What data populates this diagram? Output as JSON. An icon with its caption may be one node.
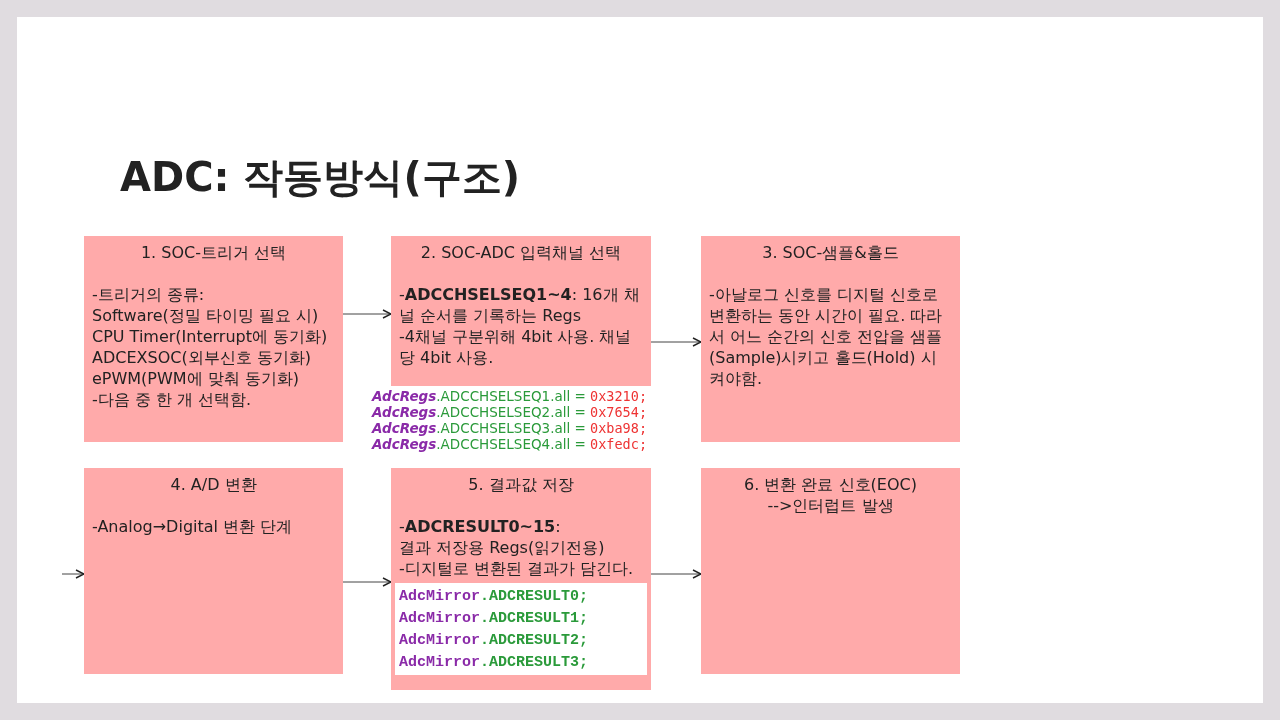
{
  "diagram": {
    "title": "ADC: 작동방식(구조)",
    "nodes": [
      {
        "text": [
          "1. SOC-트리거 선택",
          "-트리거의 종류:",
          "Software(정밀 타이밍 필요 시)",
          "CPU Timer(Interrupt에 동기화)",
          "ADCEXSOC(외부신호 동기화)",
          "ePWM(PWM에 맞춰 동기화)",
          "-다음 중 한 개 선택함."
        ]
      },
      {
        "text": [
          "2. SOC-ADC 입력채널 선택",
          "-**ADCCHSELSEQ1~4**: 16개 채널 순서를 기록하는 Regs",
          "-4채널 구분위해 4bit 사용. 채널당 4bit 사용."
        ],
        "beside": [
          "AdcRegs.ADCCHSELSEQ1.all = 0x3210;",
          "AdcRegs.ADCCHSELSEQ2.all = 0x7654;",
          "AdcRegs.ADCCHSELSEQ3.all = 0xba98;",
          "AdcRegs.ADCCHSELSEQ4.all = 0xfedc;"
        ]
      },
      {
        "text": [
          "3. SOC-샘플&홀드",
          "-아날로그 신호를 디지털 신호로 변환하는 동안 시간이 필요. 따라서 어느 순간의 신호 전압을 샘플(Sample)시키고 홀드(Hold) 시켜야함."
        ]
      },
      {
        "text": [
          "4. A/D 변환",
          "-Analog→Digital 변환 단계"
        ]
      },
      {
        "text": [
          "5. 결과값 저장",
          "-**ADCRESULT0~15**:",
          "결과 저장용 Regs(읽기전용)",
          "-디지털로 변환된 결과가 담긴다.",
          "AdcMirror.ADCRESULT0;",
          "AdcMirror.ADCRESULT1;",
          "AdcMirror.ADCRESULT2;",
          "AdcMirror.ADCRESULT3;"
        ]
      },
      {
        "text": [
          "6. 변환 완료 신호(EOC)",
          "-->인터럽트 발생"
        ]
      }
    ],
    "edges": [
      {
        "from": 0,
        "to": 1,
        "arrow": "to"
      },
      {
        "from": 1,
        "to": 2,
        "arrow": "to"
      },
      {
        "from": null,
        "to": 3,
        "arrow": "to"
      },
      {
        "from": 3,
        "to": 4,
        "arrow": "to"
      },
      {
        "from": 4,
        "to": 5,
        "arrow": "to"
      }
    ]
  }
}
